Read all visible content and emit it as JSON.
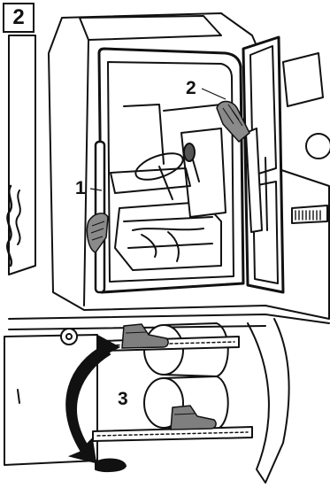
{
  "figure": {
    "number": "2"
  },
  "callouts": [
    {
      "label": "1",
      "target": "grab-handle"
    },
    {
      "label": "2",
      "target": "door-grab-handle"
    },
    {
      "label": "3",
      "target": "step-sequence"
    }
  ],
  "colors": {
    "line": "#111111",
    "glove": "#8a8a8a",
    "boot": "#7f7f7f",
    "background": "#ffffff"
  }
}
